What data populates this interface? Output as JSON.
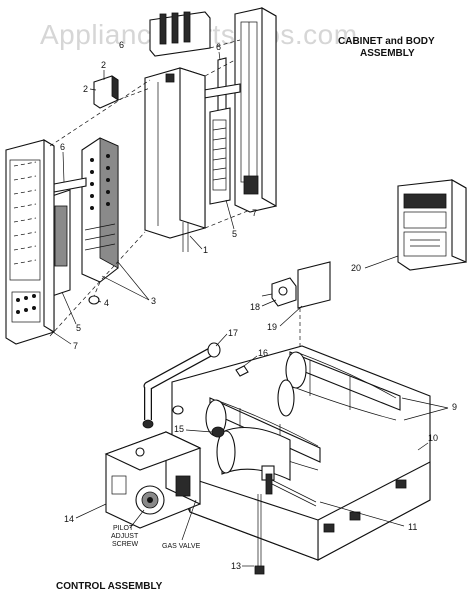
{
  "watermark": "AppliancePartsPros.com",
  "titles": {
    "cabinet": "CABINET and BODY",
    "cabinet_line2": "ASSEMBLY",
    "control": "CONTROL ASSEMBLY"
  },
  "labels": {
    "pilot_adjust": "PILOT",
    "pilot_adjust_line2": "ADJUST",
    "pilot_adjust_line3": "SCREW",
    "gas_valve": "GAS VALVE"
  },
  "part_numbers": {
    "p1": "1",
    "p2": "2",
    "p3": "3",
    "p4": "4",
    "p5a": "5",
    "p5b": "5",
    "p6a": "6",
    "p6b": "6",
    "p6c": "6",
    "p7a": "7",
    "p7b": "7",
    "p9": "9",
    "p10": "10",
    "p11": "11",
    "p13": "13",
    "p14": "14",
    "p15": "15",
    "p16": "16",
    "p17": "17",
    "p18": "18",
    "p19": "19",
    "p20": "20"
  }
}
